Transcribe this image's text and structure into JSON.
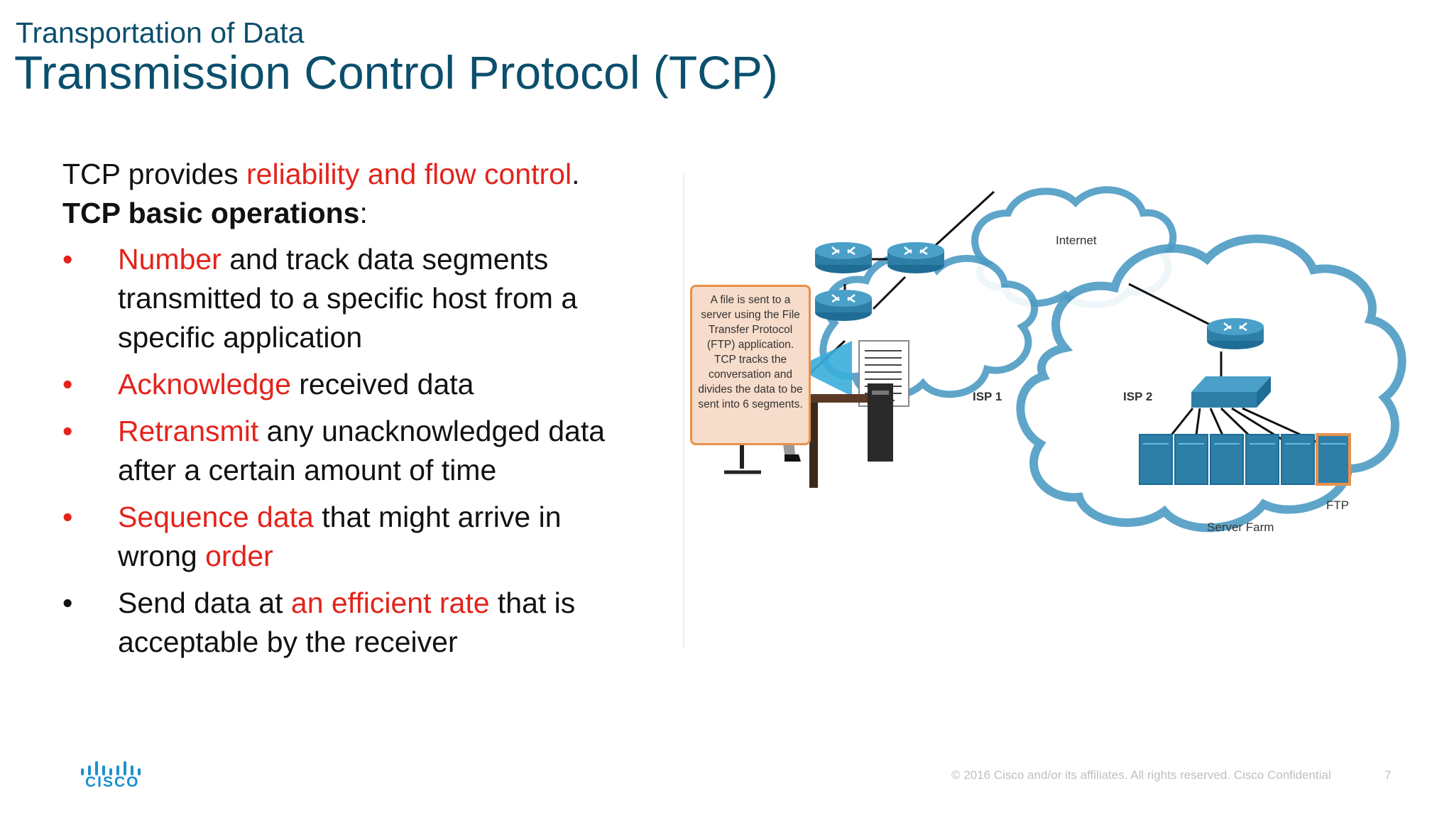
{
  "header": {
    "subtitle": "Transportation of Data",
    "title": "Transmission Control Protocol (TCP)"
  },
  "content": {
    "intro": {
      "part1": "TCP provides ",
      "part2_red": "reliability and flow control",
      "part3": ". ",
      "part4_bold": "TCP basic operations",
      "part5": ":"
    },
    "bullets": [
      {
        "bullet_color": "red",
        "red": "Number",
        "rest": " and track data segments transmitted to a specific host from a specific application"
      },
      {
        "bullet_color": "red",
        "red": "Acknowledge",
        "rest": " received data"
      },
      {
        "bullet_color": "red",
        "red": "Retransmit",
        "rest": " any unacknowledged data after a certain amount of time"
      },
      {
        "bullet_color": "red",
        "red": "Sequence data",
        "rest": " that might arrive in wrong ",
        "red2": "order"
      },
      {
        "bullet_color": "black",
        "pre": "Send data at ",
        "red": "an efficient rate",
        "rest": " that is acceptable by the receiver"
      }
    ],
    "bullet_glyph": "•"
  },
  "diagram": {
    "callout": "A file is sent to a server using the File Transfer Protocol (FTP) application. TCP tracks the conversation and divides the data to be sent into 6 segments.",
    "labels": {
      "internet": "Internet",
      "isp1": "ISP 1",
      "isp2": "ISP 2",
      "server_farm": "Server Farm",
      "ftp": "FTP"
    }
  },
  "footer": {
    "copyright": "© 2016  Cisco and/or its affiliates. All rights reserved.   Cisco Confidential",
    "page_number": "7",
    "logo_text": "CISCO"
  },
  "colors": {
    "title": "#0b4f6c",
    "accent_red": "#e3231b",
    "cisco_blue": "#1b91d0",
    "router_blue": "#2d7fa8",
    "cloud_outline": "#4d9cc4",
    "callout_fill": "#f6dcca",
    "callout_border": "#e8914a"
  }
}
